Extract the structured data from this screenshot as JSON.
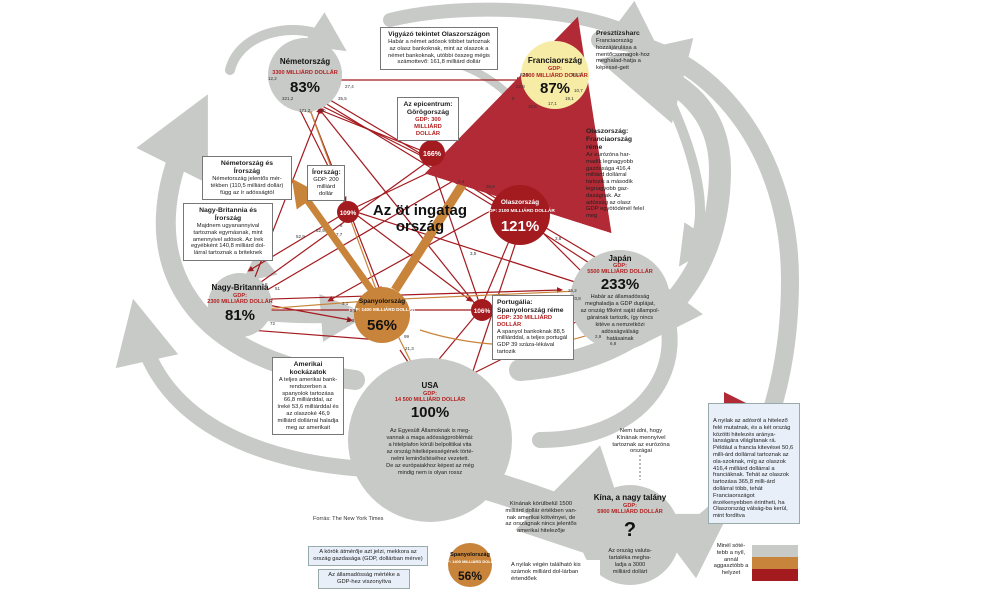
{
  "nodes": {
    "nemetorszag": {
      "name": "Németország",
      "gdp": "3300 MILLIÁRD DOLLÁR",
      "pct": "83%"
    },
    "franciaorszag": {
      "name": "Franciaország",
      "gdp_prefix": "GDP:",
      "gdp": "2600 MILLIÁRD DOLLÁR",
      "pct": "87%"
    },
    "gorogorszag": {
      "pct": "166%"
    },
    "irorszag": {
      "pct": "109%"
    },
    "olaszorszag": {
      "name": "Olaszország",
      "gdp": "GDP: 2100 MILLIÁRD DOLLÁR",
      "pct": "121%"
    },
    "japan": {
      "name": "Japán",
      "gdp_prefix": "GDP:",
      "gdp": "5500 MILLIÁRD DOLLÁR",
      "pct": "233%",
      "text": [
        "Habár az államadósság",
        "meghaladja a GDP duplájat,",
        "az ország főként saját állampol-",
        "gárainak tartozik, így nincs",
        "kitéve a nemzetközi",
        "adósságválság",
        "hatásainak"
      ]
    },
    "nagybritannia": {
      "name": "Nagy-Britannia",
      "gdp_prefix": "GDP:",
      "gdp": "2300 MILLIÁRD DOLLÁR",
      "pct": "81%"
    },
    "spanyolorszag": {
      "name": "Spanyolország",
      "gdp": "GDP: 1400 MILLIÁRD DOLLÁR",
      "pct": "56%"
    },
    "portugalia": {
      "pct": "106%"
    },
    "usa": {
      "name": "USA",
      "gdp_prefix": "GDP:",
      "gdp": "14 500 MILLIÁRD DOLLÁR",
      "pct": "100%",
      "text": [
        "Az Egyesült Államoknak is meg-",
        "vannak a maga adósságproblémái:",
        "a hitelplafon körüli belpolitikai vita",
        "az ország hitelképességének törté-",
        "nelmi leminősítéséhez vezetett.",
        "De az európaiakhoz képest az még",
        "mindig nem is olyan rossz"
      ]
    },
    "kina": {
      "title": "Kína, a nagy talány",
      "gdp_prefix": "GDP:",
      "gdp": "5900 MILLIÁRD DOLLÁR",
      "pct": "?",
      "text": [
        "Az ország valuta-",
        "tartaléka megha-",
        "ladja a 3000",
        "milliárd dollárt"
      ]
    }
  },
  "center_title": [
    "Az öt ingatag",
    "ország"
  ],
  "boxes": {
    "vigyazo": {
      "title": "Vigyázó tekintet Olaszországon",
      "text": "Habár a német adósok többet tartoznak az olasz bankoknak, mint az olaszok a német bankoknak, utóbbi összeg mégis számottevő: 161,8 milliárd dollár"
    },
    "presztizs": {
      "title": "Presztízsharc",
      "text": "Franciaország hozzájárulása a mentőcsomagok-hoz meghalad-hatja a képessé-geit"
    },
    "epicentrum": {
      "title": "Az epicentrum: Görögország",
      "gdp": "GDP: 300 MILLIÁRD DOLLÁR"
    },
    "nemet_ir": {
      "title": "Németország és Írország",
      "text": "Németország jelentős mér-tékben (110,5 milliárd dollár) függ az ír adósságtól"
    },
    "irorszag": {
      "title": "Írország:",
      "text": "GDP: 200 milliárd dollár"
    },
    "olasz_reme": {
      "title": "Olaszország: Franciaország réme",
      "text": "Az eurózóna har-madik legnagyobb gazdasága 416,4 milliárd dollárral tartozik a második legnagyobb gaz-daságnak. Az adósság az olasz GDP egyötödénél felel meg"
    },
    "nb_ir": {
      "title": "Nagy-Britannia és Írország",
      "text": "Majdnem ugyanannyival tartoznak egymásnak, mint amennyivel adósok. Az írek egyébként 140,8 milliárd dol-lárral tartoznak a briteknek"
    },
    "portugalia": {
      "title": "Portugália: Spanyolország réme",
      "gdp": "GDP: 230 MILLIÁRD DOLLÁR",
      "text": "A spanyol bankoknak 88,5 milliárddal, a teljes portugál GDP 39 száza-lékával tartozik"
    },
    "amerikai": {
      "title": "Amerikai kockázatok",
      "text": "A teljes amerikai bank-rendszerben a spanyolok tartozása 66,8 milliárddal, az íreké 53,6 milliárddal és az olaszoké 46,9 milliárd dollárral haladja meg az amerikait"
    },
    "kina_note": {
      "text": "Nem tudni, hogy Kínának mennyivel tartoznak az eurózóna országai"
    },
    "kotveny": {
      "text": "Kínának körülbelül 1500 milliárd dollár értékben van-nak amerikai kötvényei, de az országnak nincs jelentős amerikai hitelezője"
    }
  },
  "legend": {
    "circle_size": "A körök átmérője azt jelzi, mekkora az ország gazdasága (GDP, dollárban mérve)",
    "pct_note": "Az államadósság mértéke a GDP-hez viszonyítva",
    "arrow_end": "A nyilak végén található kis számok milliárd dol-lárban értendőek",
    "sample_name": "Spanyolország",
    "sample_gdp": "GDP: 1400 MILLIÁRD DOLLÁR",
    "sample_pct": "56%",
    "arrow_legend": "A nyilak az adósról a hitelező felé mutatnak, és a két ország közötti hitelezés aránya-lanságára világítanak rá. Például a francia kitevései 50,6 milli-árd dollárral tartoznak az ola-szoknak, míg az olaszok 416,4 milliárd dollárral a franciáknak. Tehát az olaszok tartozása 365,8 milli-árd dollárral több, tehát Franciaországot érzékenyebben érintheti, ha Olaszország válság-ba kerül, mint fordítva",
    "color_legend": "Minél söté-tebb a nyíl, annál aggasztóbb a helyzet"
  },
  "source": "Forrás: The New York Times",
  "arrow_numbers": [
    "12,2",
    "321,2",
    "171,2",
    "150",
    "35,5",
    "27,4",
    "63,5",
    "22,8",
    "5",
    "32,6",
    "17,1",
    "19,1",
    "10,7",
    "59,3",
    "8",
    "52,5",
    "7,7",
    "52,9",
    "2,4",
    "35,8",
    "3,8",
    "3,5",
    "8",
    "51",
    "72",
    "3,1",
    "2,8",
    "3,3",
    "99",
    "21,3",
    "26,2",
    "20,8",
    "2,9",
    "6,8"
  ],
  "colors": {
    "dark_red": "#a31a1f",
    "mid_red": "#c43040",
    "orange": "#c8843a",
    "grey": "#c8cac7",
    "yellow": "#f6eca6"
  }
}
